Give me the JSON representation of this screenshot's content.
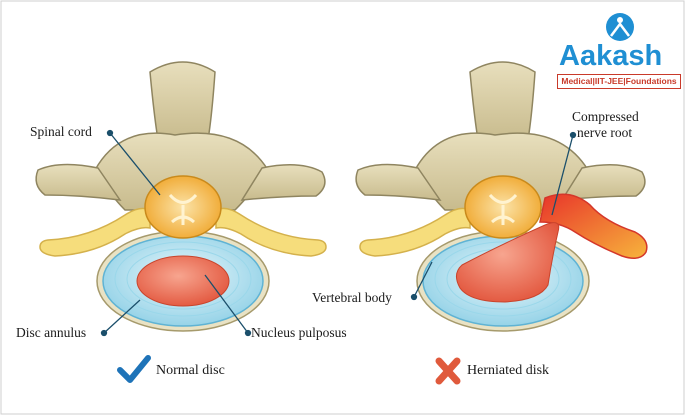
{
  "logo": {
    "name": "Aakash",
    "tagline": "Medical|IIT-JEE|Foundations"
  },
  "labels": {
    "spinal_cord": "Spinal cord",
    "disc_annulus": "Disc annulus",
    "nucleus_pulposus": "Nucleus pulposus",
    "vertebral_body": "Vertebral body",
    "compressed_line1": "Compressed",
    "compressed_line2": "nerve root"
  },
  "legend": {
    "normal": "Normal disc",
    "herniated": "Herniated disk"
  },
  "colors": {
    "bone": "#d9cfa7",
    "bone_shadow": "#b8ab7d",
    "disc": "#bfe6f2",
    "disc_ring": "#7fc8e2",
    "nucleus": "#ea6a4f",
    "spinal_cord": "#f4b64a",
    "nerve": "#f6dd7c",
    "compressed_nerve": "#e8402a",
    "check": "#1e73b8",
    "cross": "#e05a3c",
    "logo_blue": "#1f8fd3",
    "logo_red": "#c93a2a"
  }
}
